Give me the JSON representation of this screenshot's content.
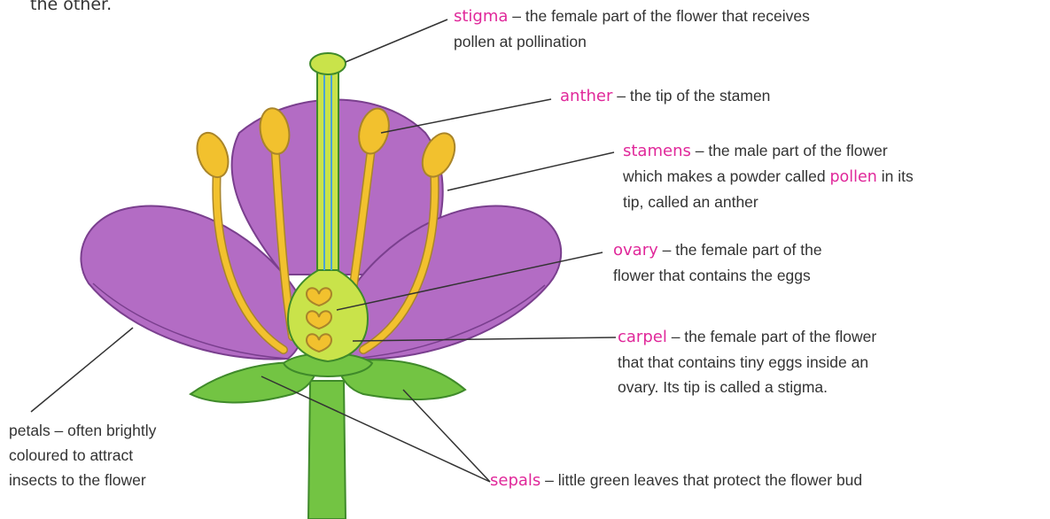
{
  "intro_text": "the other.",
  "labels": {
    "stigma": {
      "term": "stigma",
      "text1": " – the female part of the flower that receives",
      "text2": "pollen at pollination"
    },
    "anther": {
      "term": "anther",
      "text1": " – the tip of the stamen"
    },
    "stamens": {
      "term": "stamens",
      "text1": " – the male part of the flower",
      "text2a": "which makes a powder called ",
      "pollen": "pollen",
      "text2b": " in its",
      "text3": "tip, called an anther"
    },
    "ovary": {
      "term": "ovary",
      "text1": " – the female part of the",
      "text2": "flower that contains the eggs"
    },
    "carpel": {
      "term": "carpel",
      "text1": " – the female part of the flower",
      "text2": "that that contains tiny eggs inside an",
      "text3": "ovary. Its tip is called a stigma."
    },
    "sepals": {
      "term": "sepals",
      "text1": " – little green leaves that protect the flower bud"
    },
    "petals": {
      "line1": "petals – often brightly",
      "line2": "coloured to attract",
      "line3": "insects to the flower"
    }
  },
  "colors": {
    "petal": "#b36cc4",
    "petal_outline": "#7a3f8e",
    "stamen": "#f2c12e",
    "sepal": "#73c443",
    "label_term": "#e0289a"
  }
}
